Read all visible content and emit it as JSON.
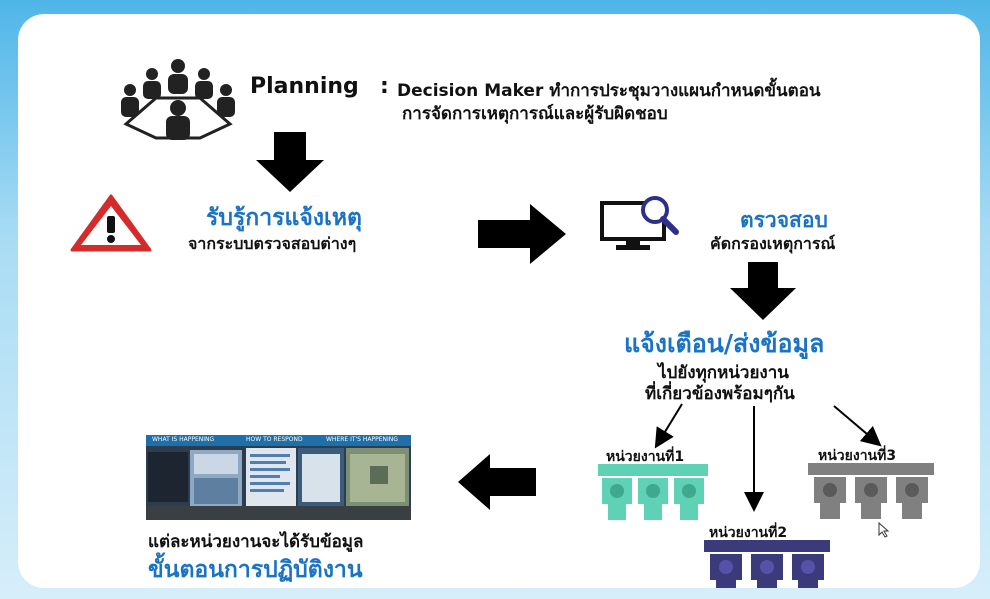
{
  "planning": {
    "label": "Planning",
    "colon": ":",
    "desc_line1": "Decision Maker ทำการประชุมวางแผนกำหนดขั้นตอน",
    "desc_line2": "การจัดการเหตุการณ์และผู้รับผิดชอบ"
  },
  "receive": {
    "title": "รับรู้การแจ้งเหตุ",
    "subtitle": "จากระบบตรวจสอบต่างๆ"
  },
  "check": {
    "title": "ตรวจสอบ",
    "subtitle": "คัดกรองเหตุการณ์"
  },
  "alert": {
    "title": "แจ้งเตือน/ส่งข้อมูล",
    "subtitle_line1": "ไปยังทุกหน่วยงาน",
    "subtitle_line2": "ที่เกี่ยวข้องพร้อมๆกัน"
  },
  "units": [
    {
      "label": "หน่วยงานที่1",
      "color": "#5fd1b4"
    },
    {
      "label": "หน่วยงานที่2",
      "color": "#3b3a7a"
    },
    {
      "label": "หน่วยงานที่3",
      "color": "#808080"
    }
  ],
  "dashboard_headers": [
    "WHAT IS HAPPENING",
    "HOW TO RESPOND",
    "WHERE IT'S HAPPENING"
  ],
  "final": {
    "subtitle": "แต่ละหน่วยงานจะได้รับข้อมูล",
    "title": "ขั้นตอนการปฏิบัติงาน"
  },
  "colors": {
    "accent_blue": "#1b73c4",
    "warning_red": "#d42b2b",
    "arrow": "#000000"
  }
}
